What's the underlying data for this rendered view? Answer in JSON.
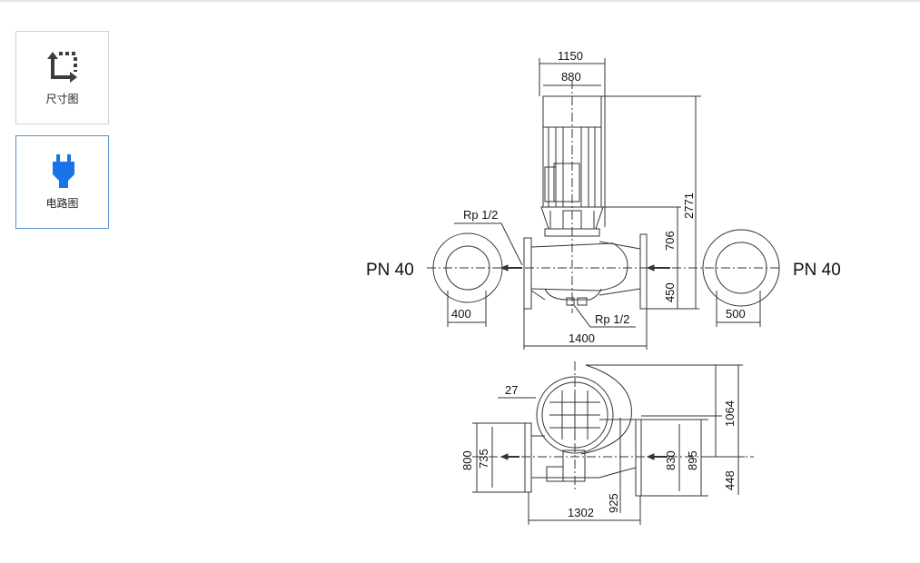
{
  "sidebar": {
    "tabs": [
      {
        "label": "尺寸图",
        "icon": "dimension-crop-icon",
        "active": false
      },
      {
        "label": "电路图",
        "icon": "plug-icon",
        "active": true
      }
    ]
  },
  "drawing": {
    "front_view": {
      "pressure_left": "PN 40",
      "pressure_right": "PN 40",
      "width_total": "1150",
      "width_motor": "880",
      "height_total": "2771",
      "height_upper": "706",
      "height_lower": "450",
      "port_left": "400",
      "port_right": "500",
      "length": "1400",
      "drain_top": "Rp 1/2",
      "drain_bottom": "Rp 1/2"
    },
    "top_view": {
      "offset": "27",
      "flange_left_outer": "800",
      "flange_left_inner": "735",
      "flange_right_inner": "830",
      "flange_right_outer": "895",
      "depth_upper": "1064",
      "depth_lower": "448",
      "length": "1302",
      "offset_center": "925"
    }
  },
  "colors": {
    "accent": "#1a73e8",
    "active_border": "#5b8fd3",
    "icon_dark": "#3a3f44"
  }
}
